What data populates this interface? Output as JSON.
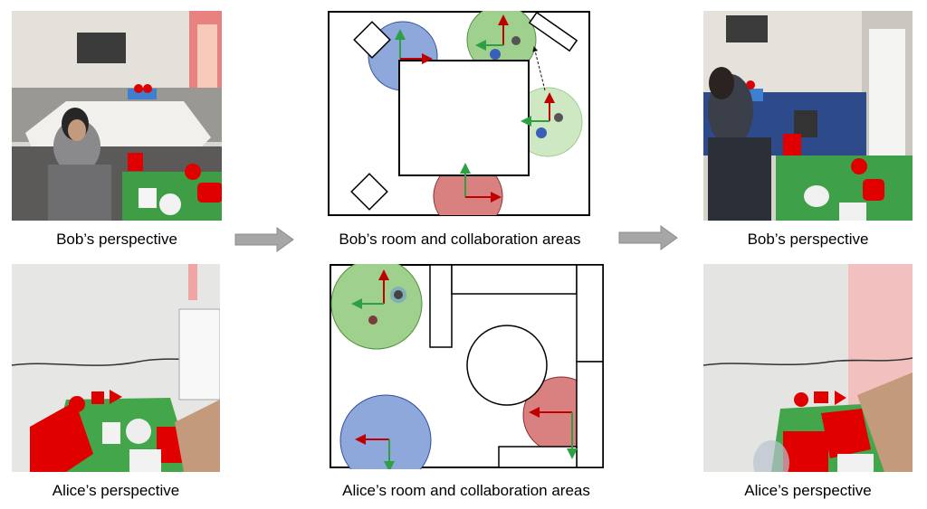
{
  "captions": {
    "bob_top_left": "Bob’s perspective",
    "bob_room": "Bob’s room and collaboration areas",
    "bob_top_right": "Bob’s perspective",
    "alice_bottom_left": "Alice’s perspective",
    "alice_room": "Alice’s room and collaboration areas",
    "alice_bottom_right": "Alice’s perspective"
  },
  "colors": {
    "zone_blue": "#8fa8dc",
    "zone_green": "#9fd08e",
    "zone_red": "#d98080",
    "axis_red": "#c00000",
    "axis_green": "#2ea043",
    "flow_arrow": "#9a9a9a"
  }
}
